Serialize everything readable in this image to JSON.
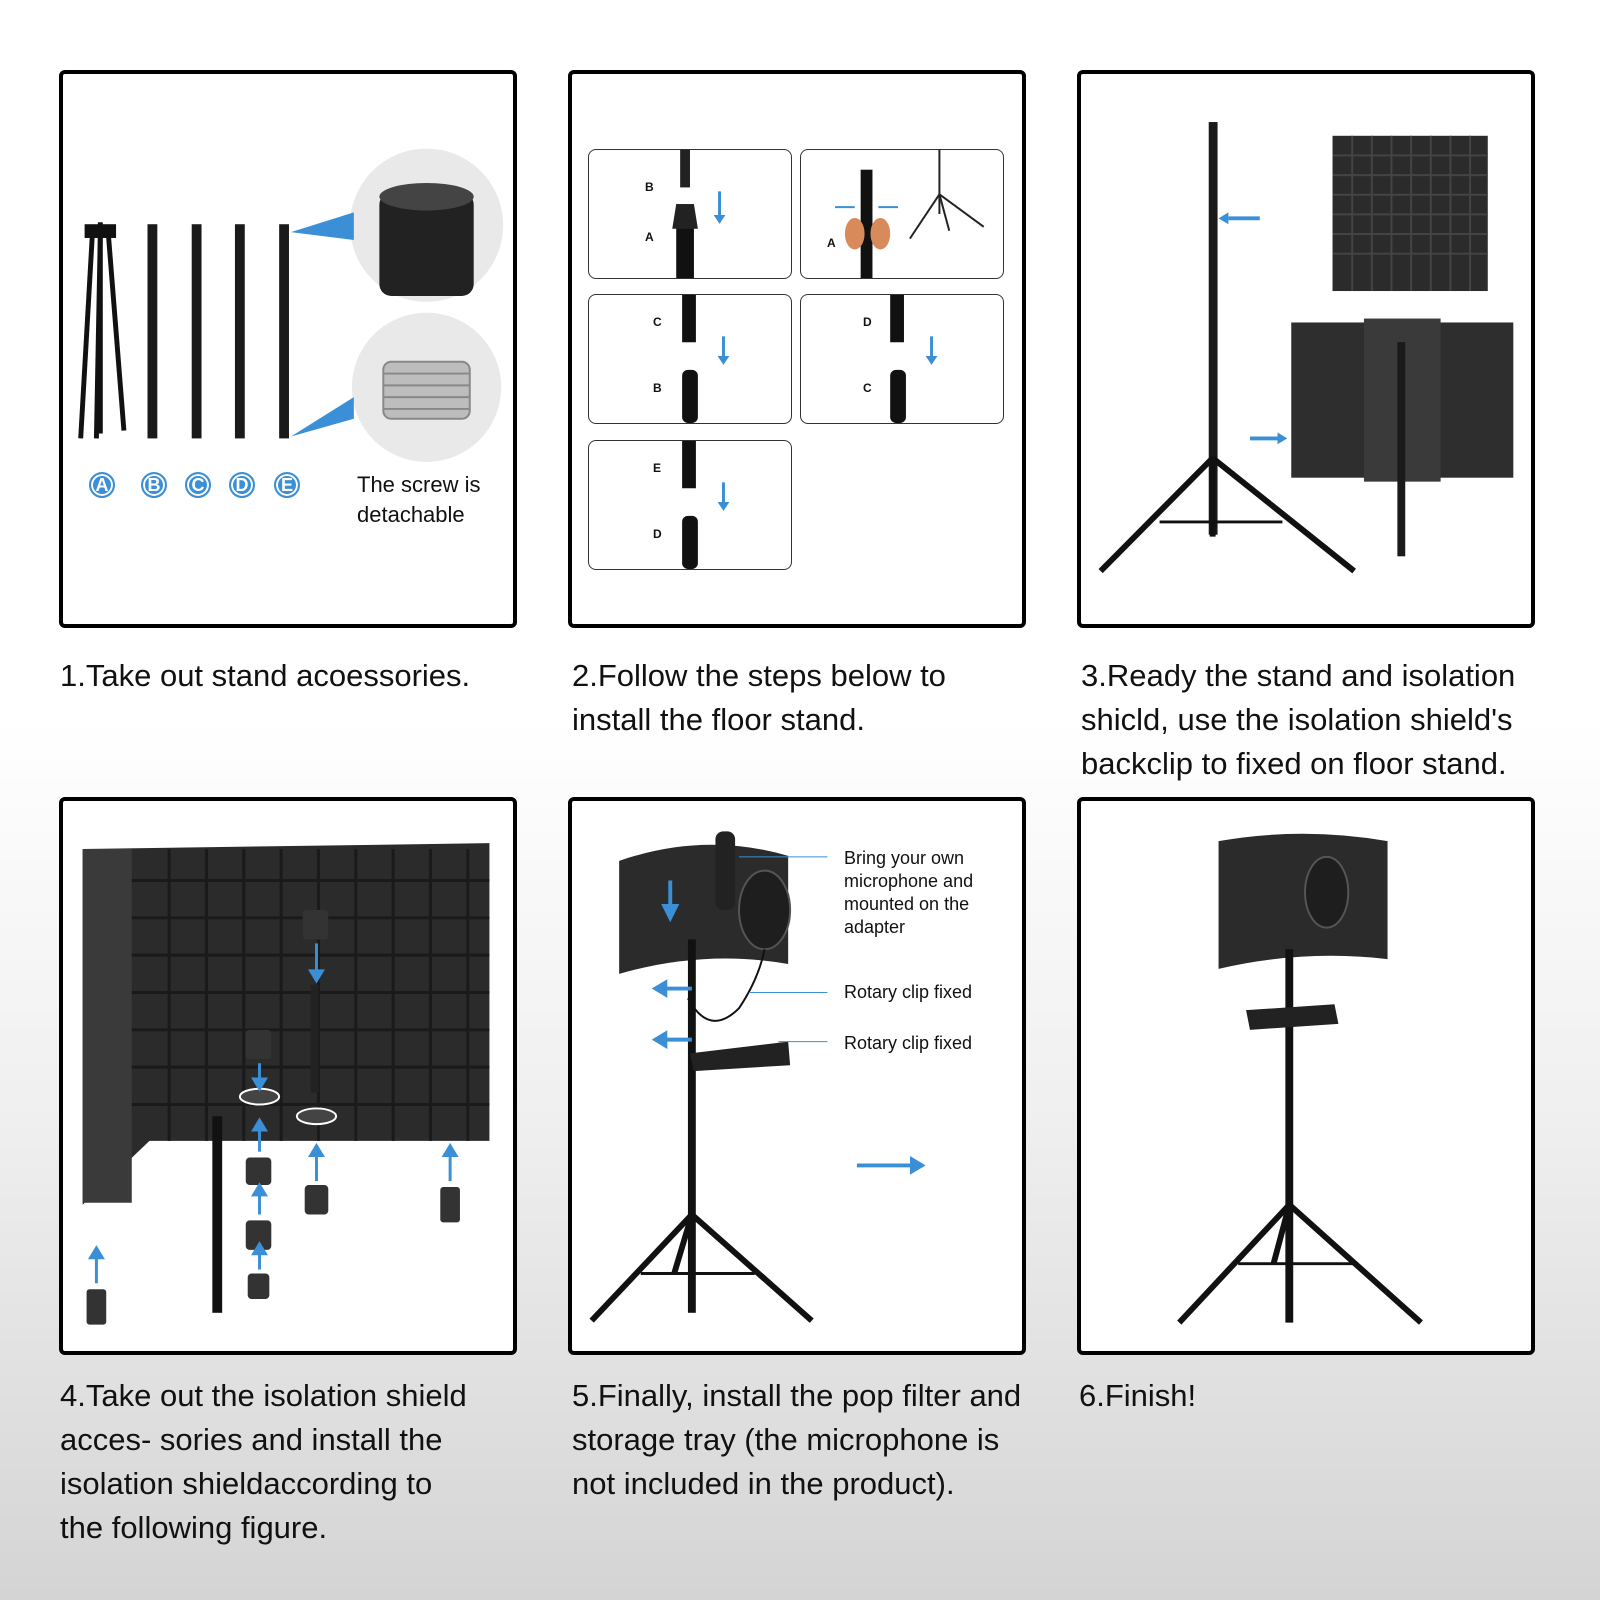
{
  "captions": {
    "step1": "1.Take out stand acoessories.",
    "step2": "2.Follow the steps below to\n install the floor stand.",
    "step3": "3.Ready the stand and isolation\nshicld, use the isolation shield's\nbackclip to fixed on floor stand.",
    "step4": "4.Take out the isolation shield\nacces- sories and install the\nisolation shieldaccording to\nthe following figure.",
    "step5": "5.Finally, install the pop filter and\nstorage tray (the microphone is\nnot included in the product).",
    "step6": "6.Finish!"
  },
  "panel1": {
    "badges": [
      "A",
      "B",
      "C",
      "D",
      "E"
    ],
    "screw_note": "The screw is\ndetachable"
  },
  "panel2": {
    "box1": {
      "top": "B",
      "bottom": "A"
    },
    "box2": {
      "label": "A"
    },
    "box3": {
      "top": "C",
      "bottom": "B"
    },
    "box4": {
      "top": "D",
      "bottom": "C"
    },
    "box5": {
      "top": "E",
      "bottom": "D"
    }
  },
  "panel5": {
    "annot_mic": "Bring your own\nmicrophone and\nmounted on the\nadapter",
    "annot_clip1": "Rotary clip fixed",
    "annot_clip2": "Rotary clip fixed"
  },
  "colors": {
    "accent": "#3b8fd6",
    "frame": "#000000",
    "foam": "#2b2b2b"
  }
}
